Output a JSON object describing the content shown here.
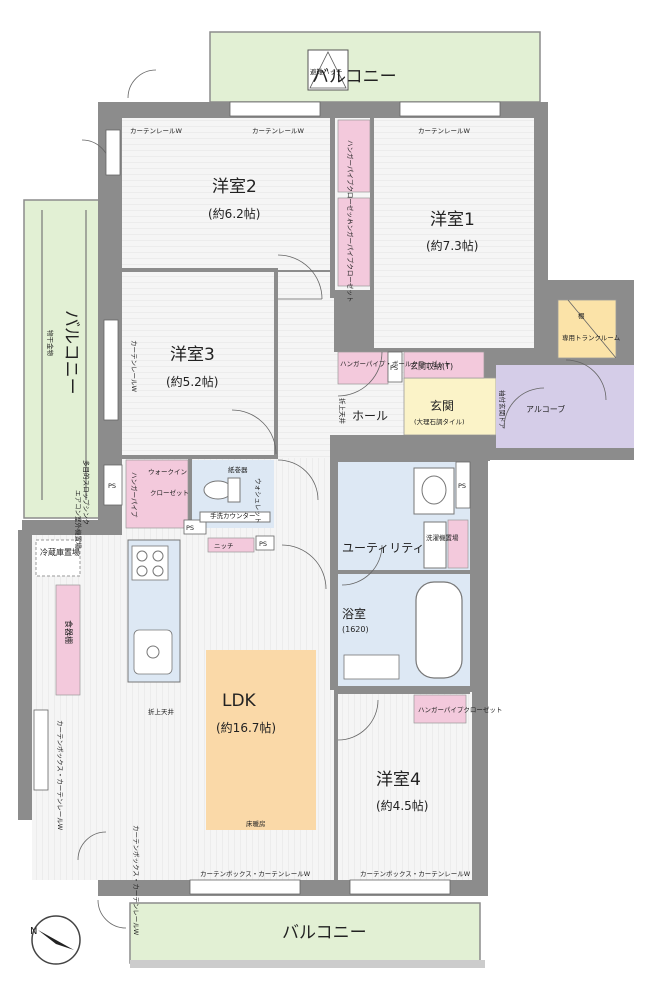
{
  "colors": {
    "wall": "#8c8c8c",
    "floor": "#f4f4f4",
    "balcony": "#e2f0d4",
    "wet": "#dde8f4",
    "closet": "#f3c9dc",
    "entrance": "#fbf3c8",
    "alcove": "#d5cde8",
    "trunk": "#fbe3a8",
    "floor_heating": "#fad9a8"
  },
  "rooms": {
    "western2": {
      "name": "洋室2",
      "size": "(約6.2帖)"
    },
    "western1": {
      "name": "洋室1",
      "size": "(約7.3帖)"
    },
    "western3": {
      "name": "洋室3",
      "size": "(約5.2帖)"
    },
    "western4": {
      "name": "洋室4",
      "size": "(約4.5帖)"
    },
    "ldk": {
      "name": "LDK",
      "size": "(約16.7帖)"
    },
    "entrance": {
      "name": "玄関",
      "sub": "(大理石調タイル)"
    },
    "hall": "ホール",
    "alcove": "アルコーブ",
    "utility": "ユーティリティ",
    "bath": {
      "name": "浴室",
      "size": "(1620)"
    },
    "toilet": "ウォシュレット"
  },
  "balconies": {
    "top": "バルコニー",
    "left": "バルコニー",
    "bottom": "バルコニー"
  },
  "labels": {
    "escape_hatch": "避難ハッチ",
    "curtain_rail": "カーテンレールW",
    "hanger_pipe_closet": "ハンガーパイプクローゼット",
    "hanger_pipe": "ハンガーパイプ",
    "hanger_pipe_shelf_closet": "ハンガーパイプ・ボールクローゼット",
    "shoe_storage": "玄関収納(T)",
    "walk_in": "ウォークイン",
    "closet": "クローゼット",
    "shelf": "棚",
    "trunk_room": "専用トランクルーム",
    "ps": "PS",
    "niche": "ニッチ",
    "washbasin": "手洗カウンター",
    "paper_holder": "紙巻器",
    "washer": "洗濯機置場",
    "fridge": "冷蔵庫置場",
    "cupboard": "食器棚",
    "raised_ceiling": "折上天井",
    "floor_heating": "床暖房",
    "curtain_box": "カーテンボックス・カーテンレールW",
    "curtain_box_short": "カーテンボックス・カーテンレールW",
    "multi_sink": "多目的スロップシンク",
    "aircon_place": "エアコン室外機置場",
    "laundry": "物干金物",
    "door_guard": "袖付玄関ドア",
    "raised_ceiling_hall": "折上天井"
  }
}
